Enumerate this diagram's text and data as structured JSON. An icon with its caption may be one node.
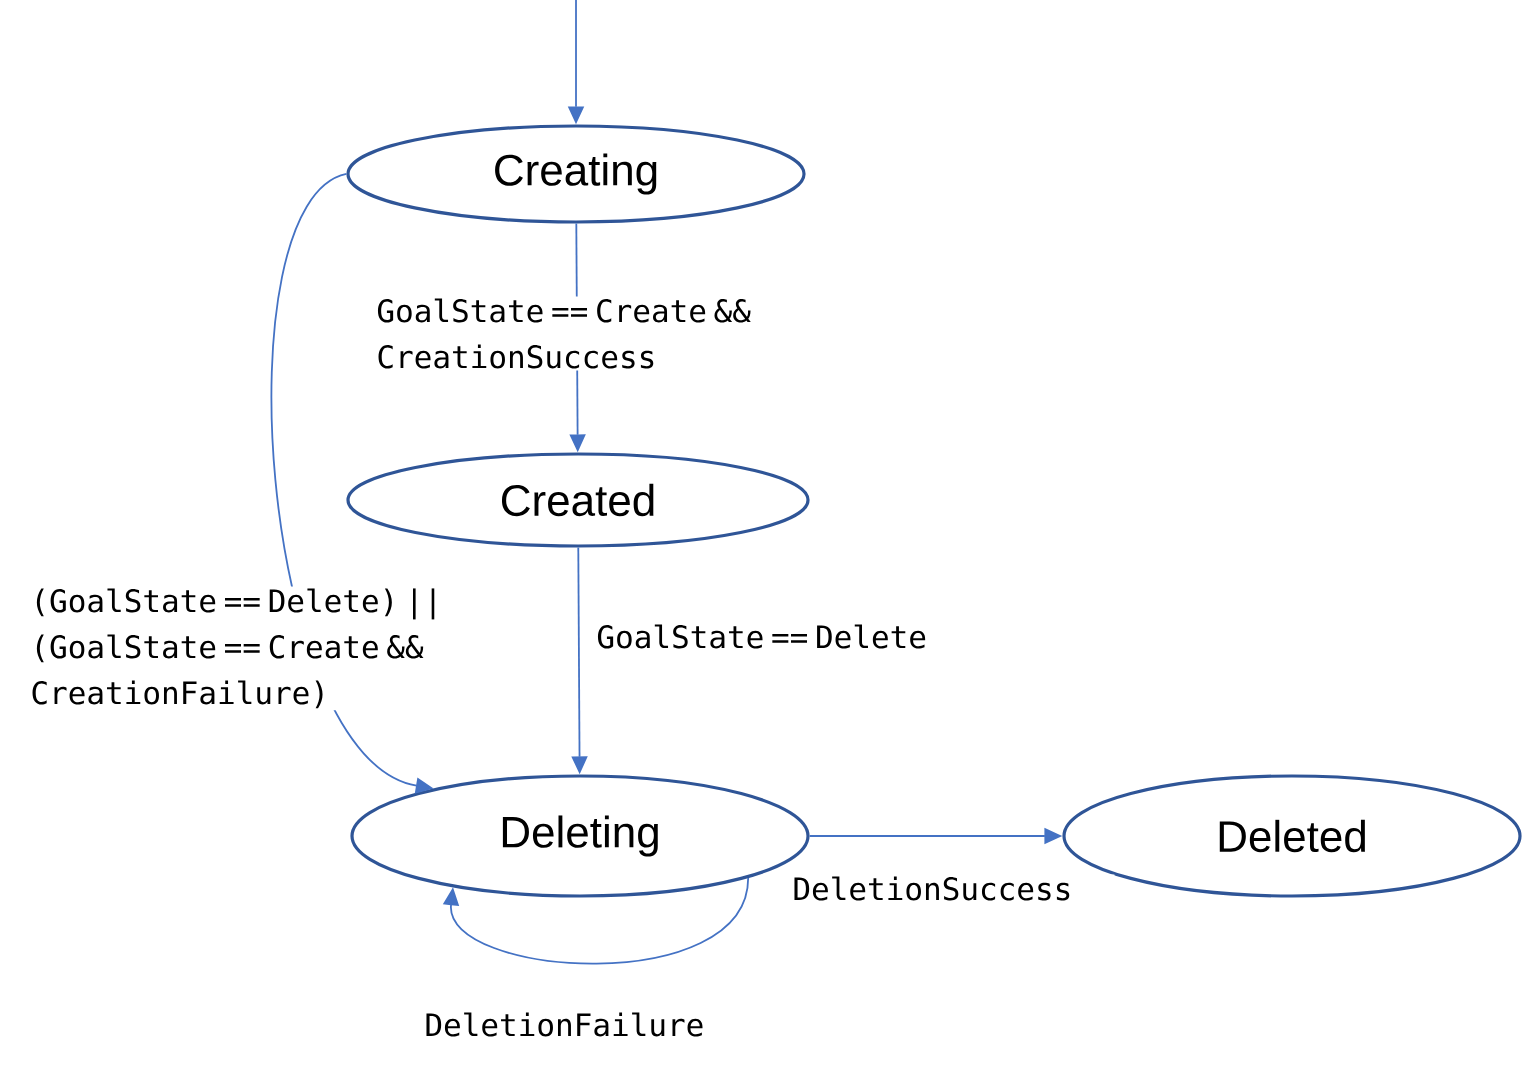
{
  "diagram": {
    "nodes": [
      {
        "text": [
          "Creating"
        ]
      },
      {
        "text": [
          "Created"
        ]
      },
      {
        "text": [
          "Deleting"
        ]
      },
      {
        "text": [
          "Deleted"
        ]
      }
    ],
    "edges": [
      {
        "from": null,
        "to": 0,
        "arrow": "to"
      },
      {
        "from": 0,
        "to": 1,
        "arrow": "to",
        "label": "GoalState == Create && CreationSuccess"
      },
      {
        "from": 1,
        "to": 2,
        "arrow": "to",
        "label": "GoalState == Delete"
      },
      {
        "from": 0,
        "to": 2,
        "arrow": "to",
        "label": "(GoalState == Delete) || (GoalState == Create && CreationFailure)"
      },
      {
        "from": 2,
        "to": 3,
        "arrow": "to",
        "label": "DeletionSuccess"
      },
      {
        "from": 2,
        "to": 2,
        "arrow": "to",
        "label": "DeletionFailure"
      }
    ]
  }
}
